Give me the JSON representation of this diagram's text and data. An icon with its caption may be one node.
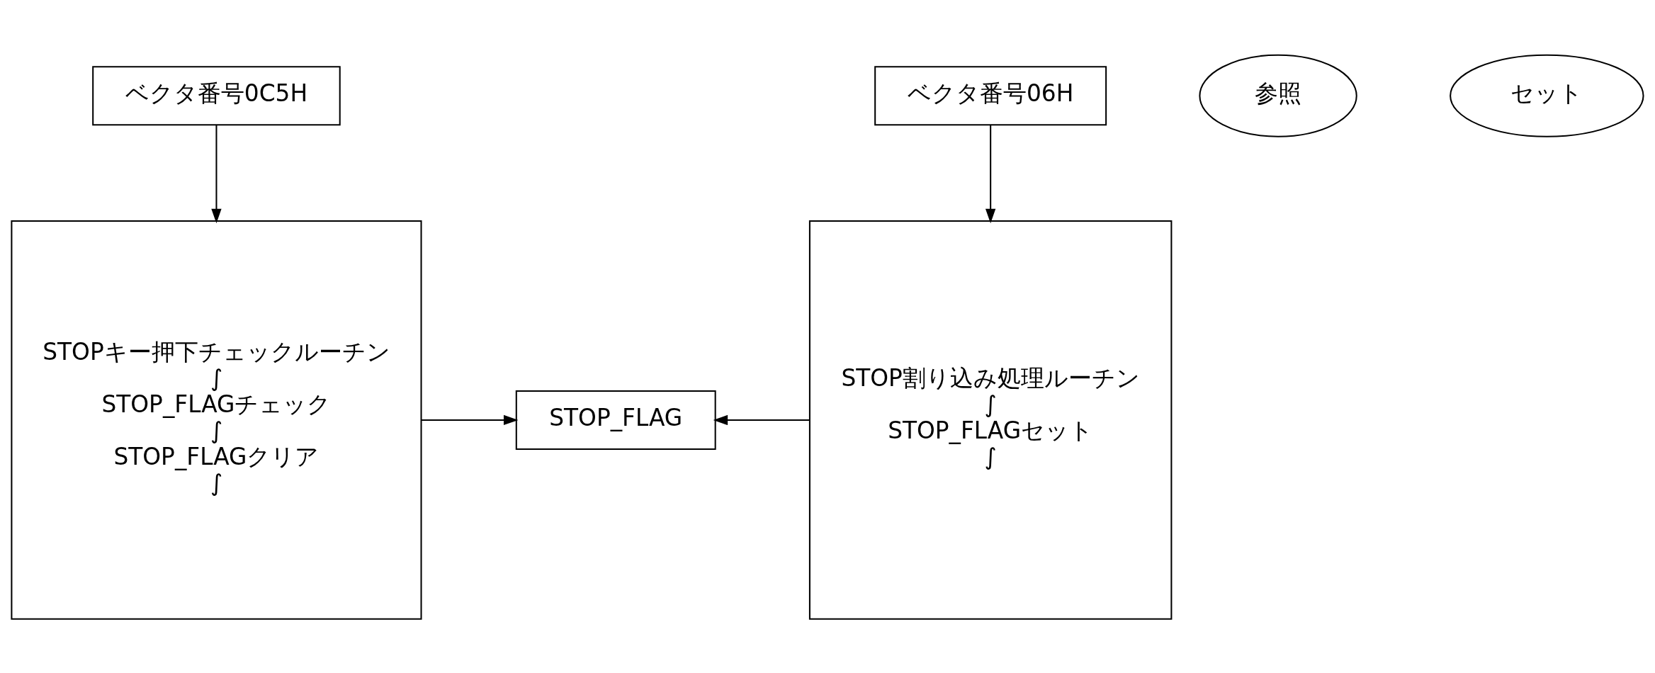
{
  "diagram": {
    "nodes": [
      {
        "text": [
          "ベクタ番号0C5H"
        ]
      },
      {
        "text": [
          "STOPキー押下チェックルーチン",
          "∫",
          "STOP_FLAGチェック",
          "∫",
          "STOP_FLAGクリア",
          "∫"
        ]
      },
      {
        "text": [
          "STOP_FLAG"
        ]
      },
      {
        "text": [
          "ベクタ番号06H"
        ]
      },
      {
        "text": [
          "STOP割り込み処理ルーチン",
          "∫",
          "STOP_FLAGセット",
          "∫"
        ]
      },
      {
        "text": [
          "参照"
        ]
      },
      {
        "text": [
          "セット"
        ]
      }
    ],
    "edges": [
      {
        "from": 0,
        "to": 1,
        "arrow": "to"
      },
      {
        "from": 3,
        "to": 4,
        "arrow": "to"
      },
      {
        "from": 1,
        "to": 2,
        "arrow": "to"
      },
      {
        "from": 4,
        "to": 2,
        "arrow": "to"
      }
    ]
  }
}
